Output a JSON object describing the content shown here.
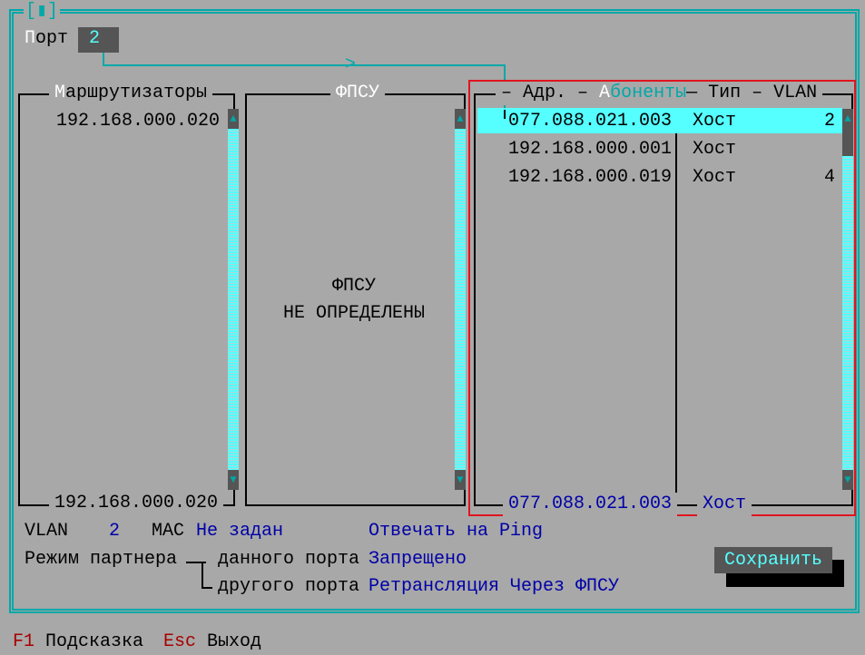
{
  "window": {
    "title_icon": "[▮]"
  },
  "port": {
    "label": "Порт",
    "value": "2"
  },
  "routers": {
    "title": "Маршрутизаторы",
    "items": [
      "192.168.000.020"
    ],
    "footer": "192.168.000.020"
  },
  "fpsu": {
    "title": "ФПСУ",
    "empty_line1": "ФПСУ",
    "empty_line2": "НЕ ОПРЕДЕЛЕНЫ"
  },
  "subscribers": {
    "title": "Абоненты",
    "col_addr": "Адр.",
    "col_type": "Тип",
    "col_vlan": "VLAN",
    "rows": [
      {
        "addr": "077.088.021.003",
        "type": "Хост",
        "vlan": "2"
      },
      {
        "addr": "192.168.000.001",
        "type": "Хост",
        "vlan": ""
      },
      {
        "addr": "192.168.000.019",
        "type": "Хост",
        "vlan": "4"
      }
    ],
    "footer_addr": "077.088.021.003",
    "footer_type": "Хост"
  },
  "info": {
    "vlan_label": "VLAN",
    "vlan_value": "2",
    "mac_label": "MAC",
    "mac_value": "Не задан",
    "ping": "Отвечать на Ping",
    "partner_label": "Режим партнера",
    "this_port_label": "данного порта",
    "this_port_value": "Запрещено",
    "other_port_label": "другого порта",
    "other_port_value": "Ретрансляция Через ФПСУ"
  },
  "save_button": "Сохранить",
  "footer": {
    "f1_key": "F1",
    "f1_label": "Подсказка",
    "esc_key": "Esc",
    "esc_label": "Выход"
  },
  "colors": {
    "bg": "#a8a8a8",
    "accent": "#00a8a8",
    "highlight": "#55ffff",
    "value": "#0000a8",
    "key": "#a80000"
  }
}
